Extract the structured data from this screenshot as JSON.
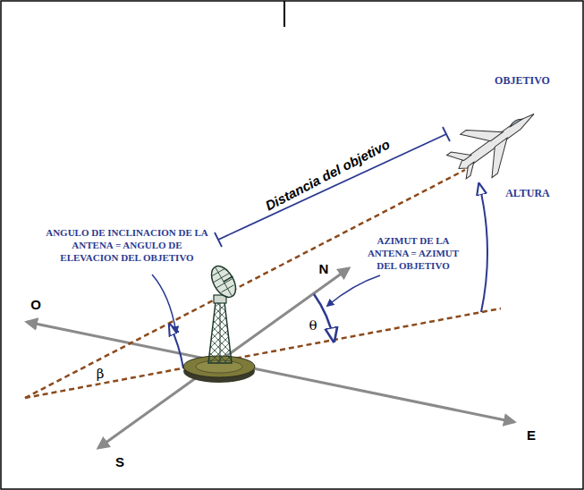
{
  "diagram": {
    "labels": [
      "Distancia del objetivo",
      "OBJETIVO",
      "ALTURA",
      "ANGULO DE INCLINACION DE LA ANTENA = ANGULO DE ELEVACION DEL OBJETIVO",
      "AZIMUT DE LA ANTENA = AZIMUT DEL OBJETIVO",
      "N",
      "O",
      "E",
      "S",
      "θ",
      "β"
    ]
  }
}
